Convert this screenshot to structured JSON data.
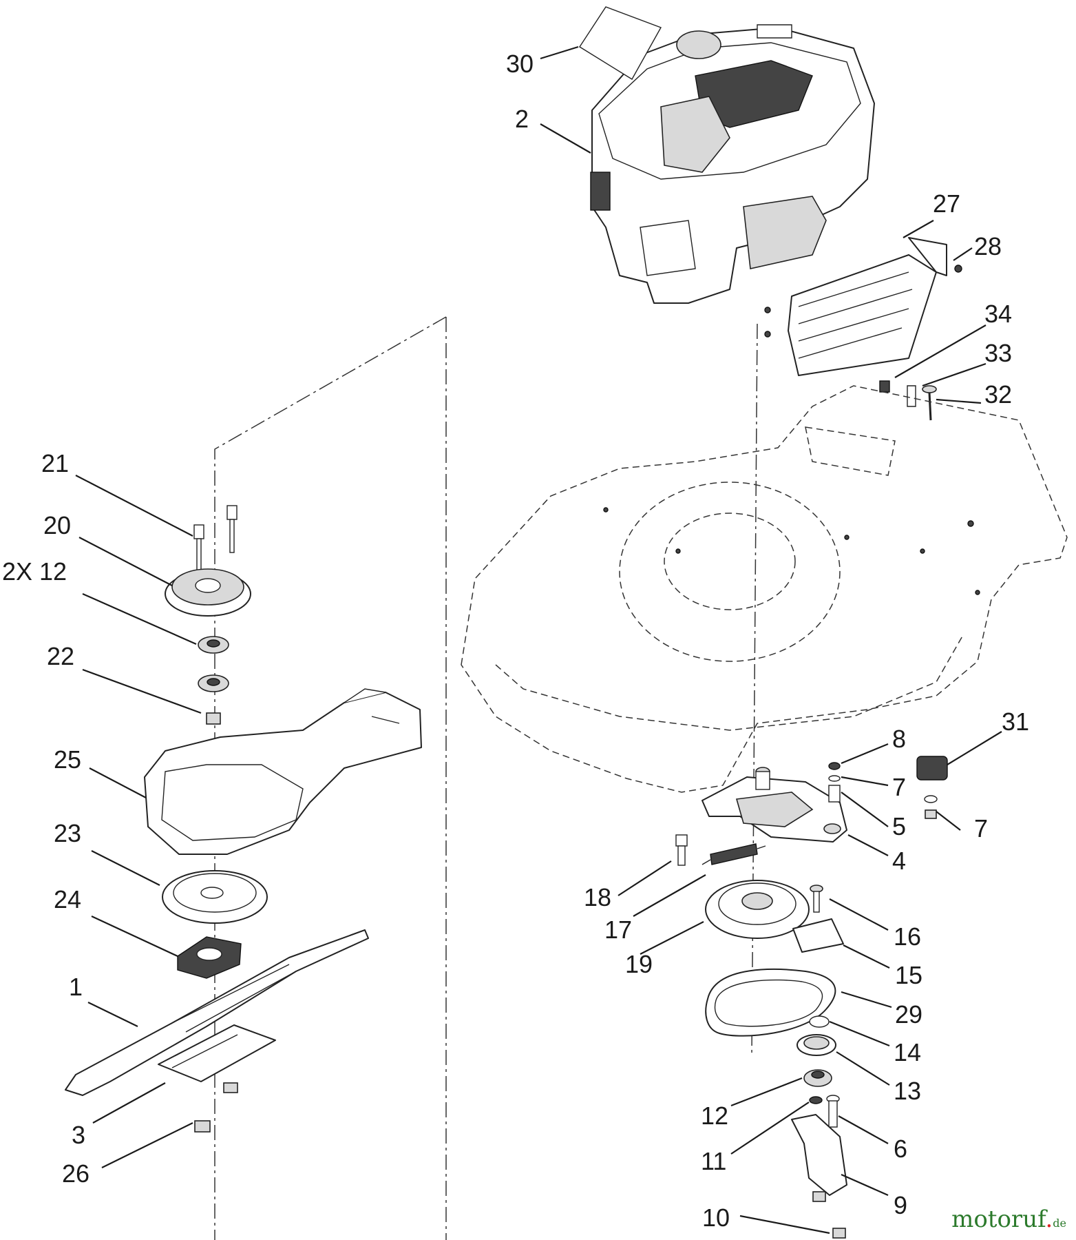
{
  "diagram": {
    "labels": [
      {
        "id": "30",
        "text": "30"
      },
      {
        "id": "2",
        "text": "2"
      },
      {
        "id": "27",
        "text": "27"
      },
      {
        "id": "28",
        "text": "28"
      },
      {
        "id": "34",
        "text": "34"
      },
      {
        "id": "33",
        "text": "33"
      },
      {
        "id": "32",
        "text": "32"
      },
      {
        "id": "21",
        "text": "21"
      },
      {
        "id": "20",
        "text": "20"
      },
      {
        "id": "2x12",
        "text": "2X 12"
      },
      {
        "id": "22",
        "text": "22"
      },
      {
        "id": "25",
        "text": "25"
      },
      {
        "id": "23",
        "text": "23"
      },
      {
        "id": "24",
        "text": "24"
      },
      {
        "id": "1",
        "text": "1"
      },
      {
        "id": "3",
        "text": "3"
      },
      {
        "id": "26",
        "text": "26"
      },
      {
        "id": "31",
        "text": "31"
      },
      {
        "id": "8",
        "text": "8"
      },
      {
        "id": "7a",
        "text": "7"
      },
      {
        "id": "5",
        "text": "5"
      },
      {
        "id": "7b",
        "text": "7"
      },
      {
        "id": "4",
        "text": "4"
      },
      {
        "id": "18",
        "text": "18"
      },
      {
        "id": "17",
        "text": "17"
      },
      {
        "id": "19",
        "text": "19"
      },
      {
        "id": "16",
        "text": "16"
      },
      {
        "id": "15",
        "text": "15"
      },
      {
        "id": "29",
        "text": "29"
      },
      {
        "id": "14",
        "text": "14"
      },
      {
        "id": "13",
        "text": "13"
      },
      {
        "id": "12",
        "text": "12"
      },
      {
        "id": "11",
        "text": "11"
      },
      {
        "id": "6",
        "text": "6"
      },
      {
        "id": "10",
        "text": "10"
      },
      {
        "id": "9",
        "text": "9"
      }
    ]
  },
  "watermark": {
    "name": "motoruf",
    "tld": "de"
  }
}
